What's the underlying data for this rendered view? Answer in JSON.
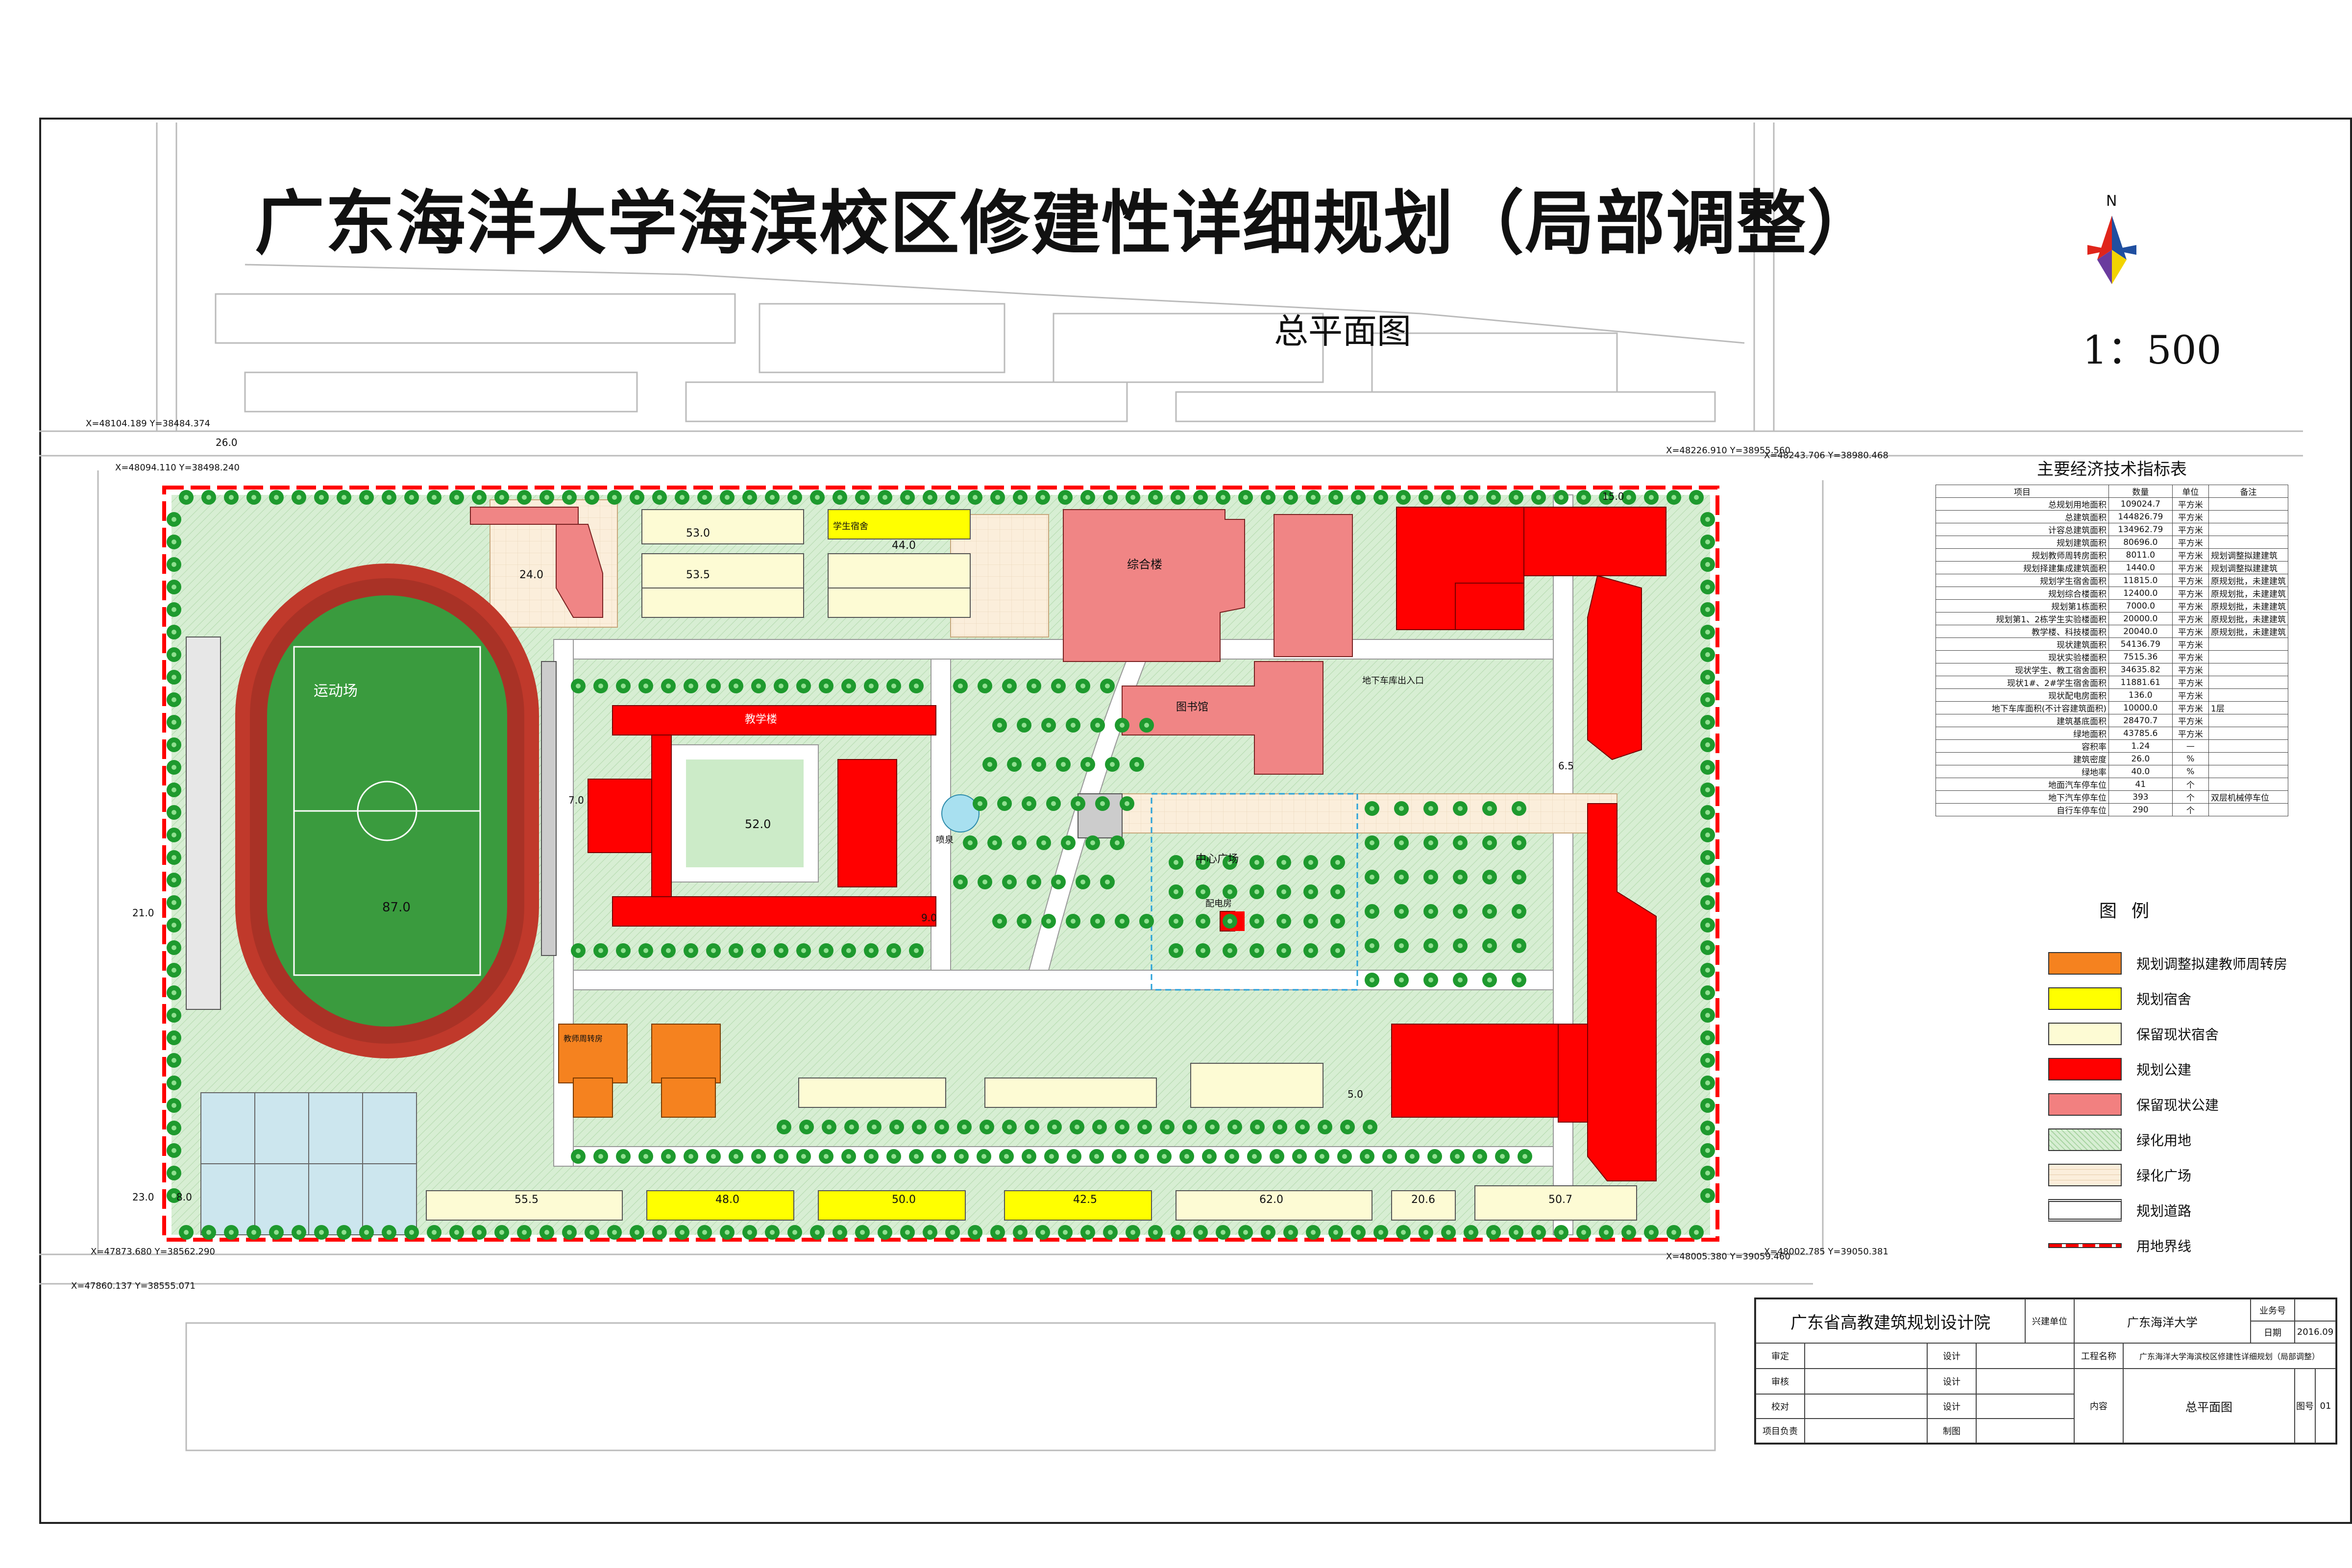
{
  "title": "广东海洋大学海滨校区修建性详细规划（局部调整）",
  "subtitle": "总平面图",
  "scale": "1：500",
  "compass_label": "N",
  "index_table": {
    "title": "主要经济技术指标表",
    "headers": [
      "项目",
      "数量",
      "单位",
      "备注"
    ],
    "rows": [
      [
        "总规划用地面积",
        "109024.7",
        "平方米",
        ""
      ],
      [
        "总建筑面积",
        "144826.79",
        "平方米",
        ""
      ],
      [
        "计容总建筑面积",
        "134962.79",
        "平方米",
        ""
      ],
      [
        "规划建筑面积",
        "80696.0",
        "平方米",
        ""
      ],
      [
        "规划教师周转房面积",
        "8011.0",
        "平方米",
        "规划调整拟建建筑"
      ],
      [
        "规划择建集成建筑面积",
        "1440.0",
        "平方米",
        "规划调整拟建建筑"
      ],
      [
        "规划学生宿舍面积",
        "11815.0",
        "平方米",
        "原规划批，未建建筑"
      ],
      [
        "规划综合楼面积",
        "12400.0",
        "平方米",
        "原规划批，未建建筑"
      ],
      [
        "规划第1栋面积",
        "7000.0",
        "平方米",
        "原规划批，未建建筑"
      ],
      [
        "规划第1、2栋学生实验楼面积",
        "20000.0",
        "平方米",
        "原规划批，未建建筑"
      ],
      [
        "教学楼、科技楼面积",
        "20040.0",
        "平方米",
        "原规划批，未建建筑"
      ],
      [
        "现状建筑面积",
        "54136.79",
        "平方米",
        ""
      ],
      [
        "现状实验楼面积",
        "7515.36",
        "平方米",
        ""
      ],
      [
        "现状学生、教工宿舍面积",
        "34635.82",
        "平方米",
        ""
      ],
      [
        "现状1#、2#学生宿舍面积",
        "11881.61",
        "平方米",
        ""
      ],
      [
        "现状配电房面积",
        "136.0",
        "平方米",
        ""
      ],
      [
        "地下车库面积(不计容建筑面积)",
        "10000.0",
        "平方米",
        "1层"
      ],
      [
        "建筑基底面积",
        "28470.7",
        "平方米",
        ""
      ],
      [
        "绿地面积",
        "43785.6",
        "平方米",
        ""
      ],
      [
        "容积率",
        "1.24",
        "—",
        ""
      ],
      [
        "建筑密度",
        "26.0",
        "%",
        ""
      ],
      [
        "绿地率",
        "40.0",
        "%",
        ""
      ],
      [
        "地面汽车停车位",
        "41",
        "个",
        ""
      ],
      [
        "地下汽车停车位",
        "393",
        "个",
        "双层机械停车位"
      ],
      [
        "自行车停车位",
        "290",
        "个",
        ""
      ]
    ]
  },
  "legend": {
    "title": "图例",
    "items": [
      {
        "label": "规划调整拟建教师周转房",
        "color": "#f5821f"
      },
      {
        "label": "规划宿舍",
        "color": "#ffff00"
      },
      {
        "label": "保留现状宿舍",
        "color": "#fdfbd4"
      },
      {
        "label": "规划公建",
        "color": "#ff0000"
      },
      {
        "label": "保留现状公建",
        "color": "#f28080"
      },
      {
        "label": "绿化用地",
        "color": "#c8e6c4"
      },
      {
        "label": "绿化广场",
        "color": "#fbecd6"
      },
      {
        "label": "规划道路",
        "color": "#ffffff"
      },
      {
        "label": "用地界线",
        "color": "#ff0000"
      }
    ]
  },
  "title_block": {
    "institute": "广东省高教建筑规划设计院",
    "labels": {
      "builder_unit": "兴建单位",
      "project_name": "工程名称",
      "content": "内容",
      "business_no": "业务号",
      "date": "日期",
      "drawing_no": "图号",
      "audit": "审定",
      "review": "审核",
      "check": "校对",
      "lead": "项目负责",
      "design1": "设计",
      "design2": "设计",
      "design3": "设计",
      "draw": "制图"
    },
    "client": "广东海洋大学",
    "project": "广东海洋大学海滨校区修建性详细规划（局部调整）",
    "drawing_title": "总平面图",
    "date_value": "2016.09",
    "drawing_number": "01"
  },
  "map": {
    "coords": [
      {
        "text": "X=48104.189 Y=38484.374"
      },
      {
        "text": "X=48094.110 Y=38498.240"
      },
      {
        "text": "X=48226.910 Y=38955.560"
      },
      {
        "text": "X=48243.706 Y=38980.468"
      },
      {
        "text": "X=47873.680 Y=38562.290"
      },
      {
        "text": "X=47860.137 Y=38555.071"
      },
      {
        "text": "X=48005.380 Y=39059.460"
      },
      {
        "text": "X=48002.785 Y=39050.381"
      }
    ],
    "dims": [
      "87.0",
      "52.0",
      "55.5",
      "48.0",
      "50.0",
      "42.5",
      "62.0",
      "20.6",
      "50.7",
      "53.0",
      "53.5",
      "44.0",
      "24.0",
      "26.0",
      "21.0",
      "23.0",
      "8.0",
      "15.0",
      "7.0",
      "9.0",
      "6.5",
      "5.0"
    ],
    "labels": {
      "track": "运动场",
      "teaching": "教学楼",
      "admin": "综合楼",
      "library": "图书馆",
      "plaza": "中心广场",
      "dorm": "学生宿舍",
      "parking": "地下车库出入口",
      "power": "配电房",
      "fountain": "喷泉",
      "teacher": "教师周转房"
    }
  }
}
